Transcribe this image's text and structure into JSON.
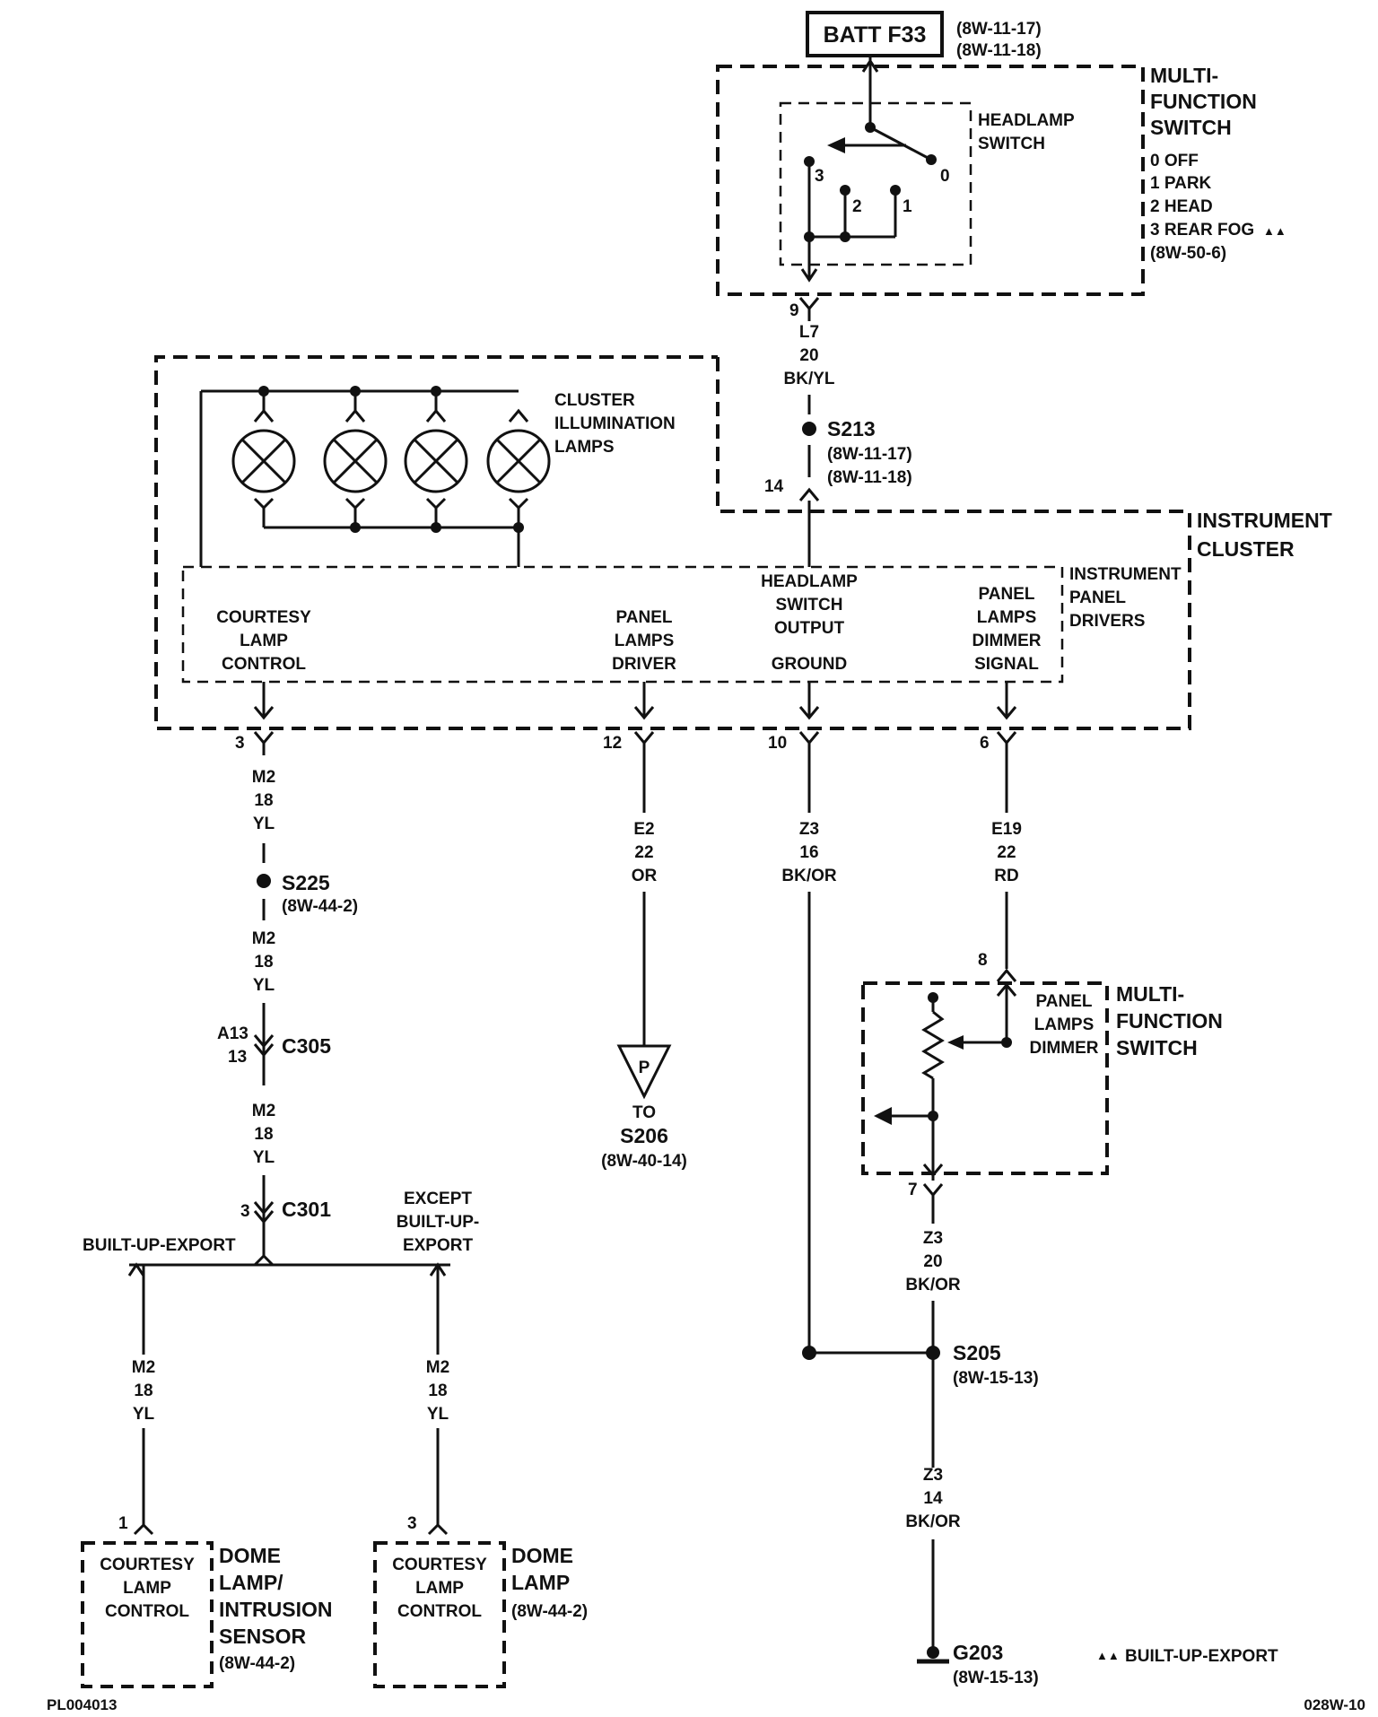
{
  "batt": {
    "label": "BATT F33",
    "ref1": "(8W-11-17)",
    "ref2": "(8W-11-18)"
  },
  "mfs_top": {
    "title": [
      "MULTI-",
      "FUNCTION",
      "SWITCH"
    ],
    "positions": [
      "0 OFF",
      "1 PARK",
      "2 HEAD",
      "3 REAR FOG"
    ],
    "fog_mark": "▲▲",
    "ref": "(8W-50-6)",
    "headlamp_switch": [
      "HEADLAMP",
      "SWITCH"
    ],
    "contacts": [
      "0",
      "1",
      "2",
      "3"
    ]
  },
  "wire_l7": {
    "pin": "9",
    "code": "L7",
    "gauge": "20",
    "color": "BK/YL"
  },
  "s213": {
    "name": "S213",
    "ref1": "(8W-11-17)",
    "ref2": "(8W-11-18)",
    "pin": "14"
  },
  "cluster": {
    "title": [
      "INSTRUMENT",
      "CLUSTER"
    ],
    "lamps_label": [
      "CLUSTER",
      "ILLUMINATION",
      "LAMPS"
    ],
    "drivers_label": [
      "INSTRUMENT",
      "PANEL",
      "DRIVERS"
    ],
    "courtesy": [
      "COURTESY",
      "LAMP",
      "CONTROL"
    ],
    "panel_driver": [
      "PANEL",
      "LAMPS",
      "DRIVER"
    ],
    "hs_output": [
      "HEADLAMP",
      "SWITCH",
      "OUTPUT"
    ],
    "ground": "GROUND",
    "dimmer_signal": [
      "PANEL",
      "LAMPS",
      "DIMMER",
      "SIGNAL"
    ]
  },
  "wire_m2a": {
    "pin": "3",
    "code": "M2",
    "gauge": "18",
    "color": "YL"
  },
  "s225": {
    "name": "S225",
    "ref": "(8W-44-2)"
  },
  "wire_m2b": {
    "code": "M2",
    "gauge": "18",
    "color": "YL"
  },
  "c305": {
    "name": "C305",
    "pin_top": "A13",
    "pin_bot": "13"
  },
  "wire_m2c": {
    "code": "M2",
    "gauge": "18",
    "color": "YL"
  },
  "c301": {
    "name": "C301",
    "pin": "3"
  },
  "export": {
    "left": "BUILT-UP-EXPORT",
    "right": [
      "EXCEPT",
      "BUILT-UP-",
      "EXPORT"
    ]
  },
  "wire_m2d": {
    "code": "M2",
    "gauge": "18",
    "color": "YL"
  },
  "wire_m2e": {
    "code": "M2",
    "gauge": "18",
    "color": "YL"
  },
  "dome_intrusion": {
    "pin": "1",
    "inner": [
      "COURTESY",
      "LAMP",
      "CONTROL"
    ],
    "title": [
      "DOME",
      "LAMP/",
      "INTRUSION",
      "SENSOR"
    ],
    "ref": "(8W-44-2)"
  },
  "dome": {
    "pin": "3",
    "inner": [
      "COURTESY",
      "LAMP",
      "CONTROL"
    ],
    "title": [
      "DOME",
      "LAMP"
    ],
    "ref": "(8W-44-2)"
  },
  "wire_e2": {
    "pin": "12",
    "code": "E2",
    "gauge": "22",
    "color": "OR"
  },
  "s206": {
    "letter": "P",
    "to": "TO",
    "name": "S206",
    "ref": "(8W-40-14)"
  },
  "wire_z3a": {
    "pin": "10",
    "code": "Z3",
    "gauge": "16",
    "color": "BK/OR"
  },
  "wire_e19": {
    "pin": "6",
    "code": "E19",
    "gauge": "22",
    "color": "RD"
  },
  "mfs_bot": {
    "pin_in": "8",
    "inner": [
      "PANEL",
      "LAMPS",
      "DIMMER"
    ],
    "title": [
      "MULTI-",
      "FUNCTION",
      "SWITCH"
    ],
    "pin_out": "7"
  },
  "wire_z3b": {
    "code": "Z3",
    "gauge": "20",
    "color": "BK/OR"
  },
  "s205": {
    "name": "S205",
    "ref": "(8W-15-13)"
  },
  "wire_z3c": {
    "code": "Z3",
    "gauge": "14",
    "color": "BK/OR"
  },
  "g203": {
    "name": "G203",
    "ref": "(8W-15-13)"
  },
  "legend": {
    "mark": "▲▲",
    "text": "BUILT-UP-EXPORT"
  },
  "footer": {
    "left": "PL004013",
    "right": "028W-10"
  }
}
